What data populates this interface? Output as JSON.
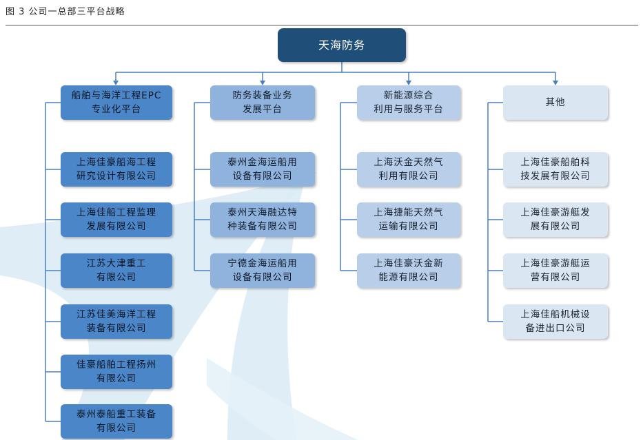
{
  "caption": "图 3 公司一总部三平台战略",
  "root": {
    "label": "天海防务"
  },
  "columns": [
    {
      "header": "船舶与海洋工程EPC\n专业化平台",
      "items": [
        "上海佳豪船海工程\n研究设计有限公司",
        "上海佳船工程监理\n发展有限公司",
        "江苏大津重工\n有限公司",
        "江苏佳美海洋工程\n装备有限公司",
        "佳豪船舶工程扬州\n有限公司",
        "泰州泰船重工装备\n有限公司"
      ]
    },
    {
      "header": "防务装备业务\n发展平台",
      "items": [
        "泰州金海运船用\n设备有限公司",
        "泰州天海融达特\n种装备有限公司",
        "宁德金海运船用\n设备有限公司"
      ]
    },
    {
      "header": "新能源综合\n利用与服务平台",
      "items": [
        "上海沃金天然气\n利用有限公司",
        "上海捷能天然气\n运输有限公司",
        "上海佳豪沃金新\n能源有限公司"
      ]
    },
    {
      "header": "其他",
      "items": [
        "上海佳豪船舶科\n技发展有限公司",
        "上海佳豪游艇发\n展有限公司",
        "上海佳豪游艇运\n营有限公司",
        "上海佳船机械设\n备进出口公司"
      ]
    }
  ],
  "colors": {
    "root": "#1f4e79",
    "col1": "#4a86c8",
    "col2": "#8fb3dd",
    "col3": "#b9cfe9",
    "col4": "#dbe6f3",
    "connector": "#4a7fc0",
    "watermark": "#d9ebf5"
  }
}
